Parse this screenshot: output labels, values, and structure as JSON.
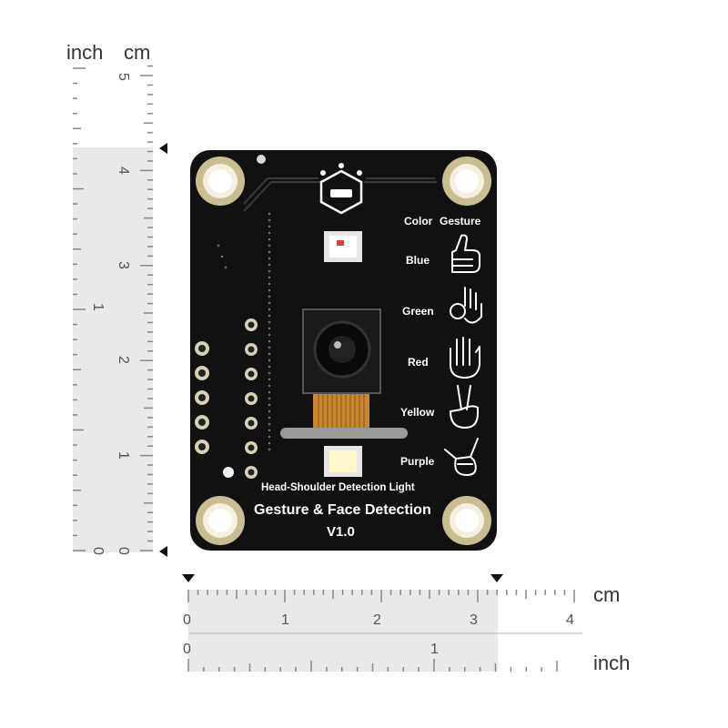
{
  "ruler_vertical": {
    "inch_label": "inch",
    "cm_label": "cm",
    "cm_numbers": [
      "5",
      "4",
      "3",
      "2",
      "1",
      "0"
    ],
    "inch_numbers": [
      "1",
      "0"
    ]
  },
  "ruler_horizontal": {
    "cm_label": "cm",
    "inch_label": "inch",
    "cm_numbers": [
      "0",
      "1",
      "2",
      "3",
      "4"
    ],
    "inch_numbers": [
      "0",
      "1"
    ]
  },
  "board": {
    "color_header": "Color",
    "gesture_header": "Gesture",
    "colors": [
      "Blue",
      "Green",
      "Red",
      "Yellow",
      "Purple"
    ],
    "light_label": "Head-Shoulder Detection Light",
    "title": "Gesture & Face Detection",
    "version": "V1.0",
    "pcb_color": "#111111",
    "silk_color": "#ffffff"
  }
}
